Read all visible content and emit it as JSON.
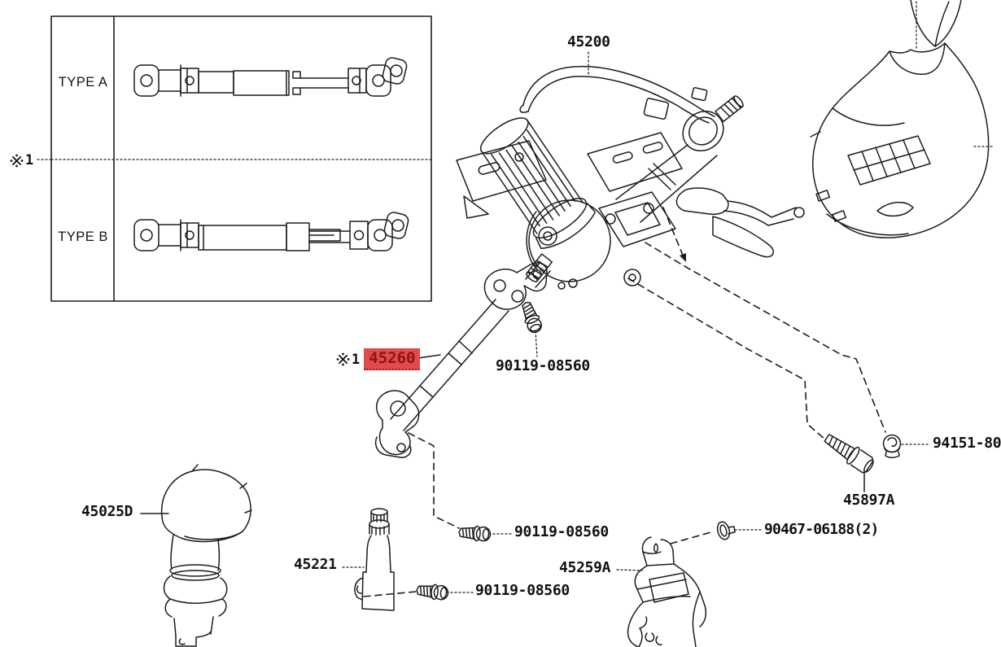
{
  "diagram": {
    "colors": {
      "line": "#1c1c1c",
      "highlight_bg": "#e14b4b",
      "highlight_text": "#8e1414"
    },
    "variant_box": {
      "rows": [
        {
          "label": "TYPE A"
        },
        {
          "label": "TYPE B"
        }
      ]
    },
    "reference_mark": {
      "mark": "※",
      "number": "1"
    },
    "parts": [
      {
        "id": "45200",
        "number": "45200",
        "highlighted": false
      },
      {
        "id": "45260",
        "number": "45260",
        "highlighted": true,
        "prefix": "※1"
      },
      {
        "id": "90119a",
        "number": "90119-08560",
        "highlighted": false
      },
      {
        "id": "90119b",
        "number": "90119-08560",
        "highlighted": false
      },
      {
        "id": "90119c",
        "number": "90119-08560",
        "highlighted": false
      },
      {
        "id": "94151",
        "number": "94151-80",
        "highlighted": false,
        "truncated": true
      },
      {
        "id": "45897A",
        "number": "45897A",
        "highlighted": false
      },
      {
        "id": "45025D",
        "number": "45025D",
        "highlighted": false
      },
      {
        "id": "45221",
        "number": "45221",
        "highlighted": false
      },
      {
        "id": "45259A",
        "number": "45259A",
        "highlighted": false
      },
      {
        "id": "90467",
        "number": "90467-06188(2)",
        "highlighted": false
      }
    ]
  }
}
